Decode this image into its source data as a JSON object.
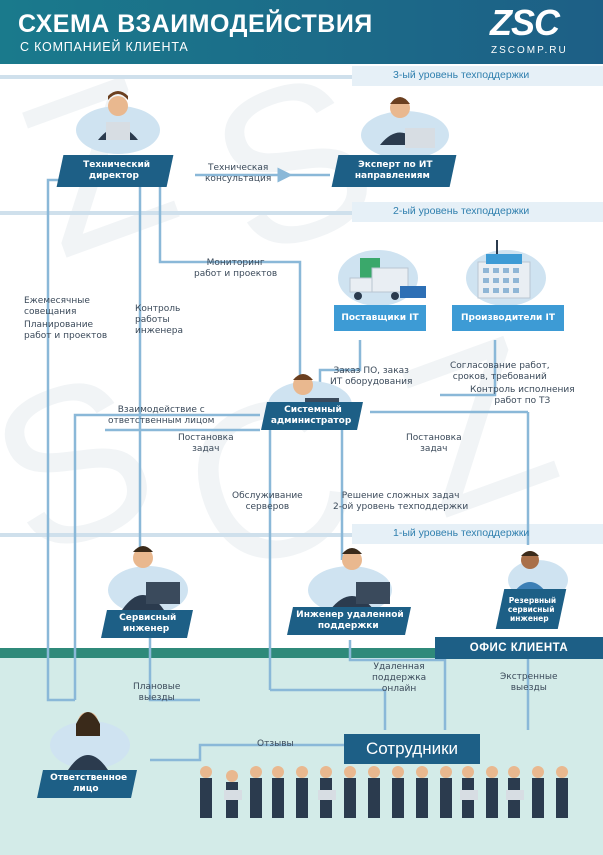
{
  "header": {
    "title": "СХЕМА ВЗАИМОДЕЙСТВИЯ",
    "subtitle": "С КОМПАНИЕЙ КЛИЕНТА",
    "logo_text": "ZSC",
    "logo_url": "ZSCOMP.RU"
  },
  "levels": {
    "level3": "3-ый уровень техподдержки",
    "level2": "2-ый уровень техподдержки",
    "level1": "1-ый уровень техподдержки"
  },
  "roles": {
    "tech_director": [
      "Технический",
      "директор"
    ],
    "it_expert": [
      "Эксперт по ИТ",
      "направлениям"
    ],
    "suppliers": "Поставщики IT",
    "manufacturers": "Производители IT",
    "sysadmin": [
      "Системный",
      "администратор"
    ],
    "service_engineer": [
      "Сервисный",
      "инженер"
    ],
    "remote_engineer": [
      "Инженер удаленной",
      "поддержки"
    ],
    "backup_engineer": [
      "Резервный",
      "сервисный",
      "инженер"
    ],
    "responsible": [
      "Ответственное",
      "лицо"
    ]
  },
  "office_label": "ОФИС КЛИЕНТА",
  "staff_label": "Сотрудники",
  "labels": {
    "tech_consult": [
      "Техническая",
      "консультация"
    ],
    "monitoring": [
      "Мониторинг",
      "работ и проектов"
    ],
    "monthly": [
      "Ежемесячные",
      "совещания"
    ],
    "planning": [
      "Планирование",
      "работ и проектов"
    ],
    "control": [
      "Контроль",
      "работы",
      "инженера"
    ],
    "order": [
      "Заказ ПО, заказ",
      "ИТ оборудования"
    ],
    "agreement": [
      "Согласование работ,",
      "сроков, требований"
    ],
    "tz_control": [
      "Контроль исполнения",
      "работ по ТЗ"
    ],
    "interaction": [
      "Взаимодействие с",
      "ответственным лицом"
    ],
    "task_left": [
      "Постановка",
      "задач"
    ],
    "task_right": [
      "Постановка",
      "задач"
    ],
    "servers": [
      "Обслуживание",
      "серверов"
    ],
    "complex": [
      "Решение сложных задач",
      "2-ой уровень техподдержки"
    ],
    "remote_online": [
      "Удаленная",
      "поддержка",
      "онлайн"
    ],
    "planned": [
      "Плановые",
      "выезды"
    ],
    "emergency": [
      "Экстренные",
      "выезды"
    ],
    "feedback": "Отзывы"
  },
  "colors": {
    "dark_teal": "#1d5f86",
    "accent_blue": "#3d9bd5",
    "light_blue": "#cfe3f1",
    "office_bg": "#d3ebe8",
    "office_green": "#2f8a7a"
  },
  "icons": [
    "person-icon",
    "truck-icon",
    "factory-icon",
    "laptop-icon",
    "arrow-icon"
  ]
}
